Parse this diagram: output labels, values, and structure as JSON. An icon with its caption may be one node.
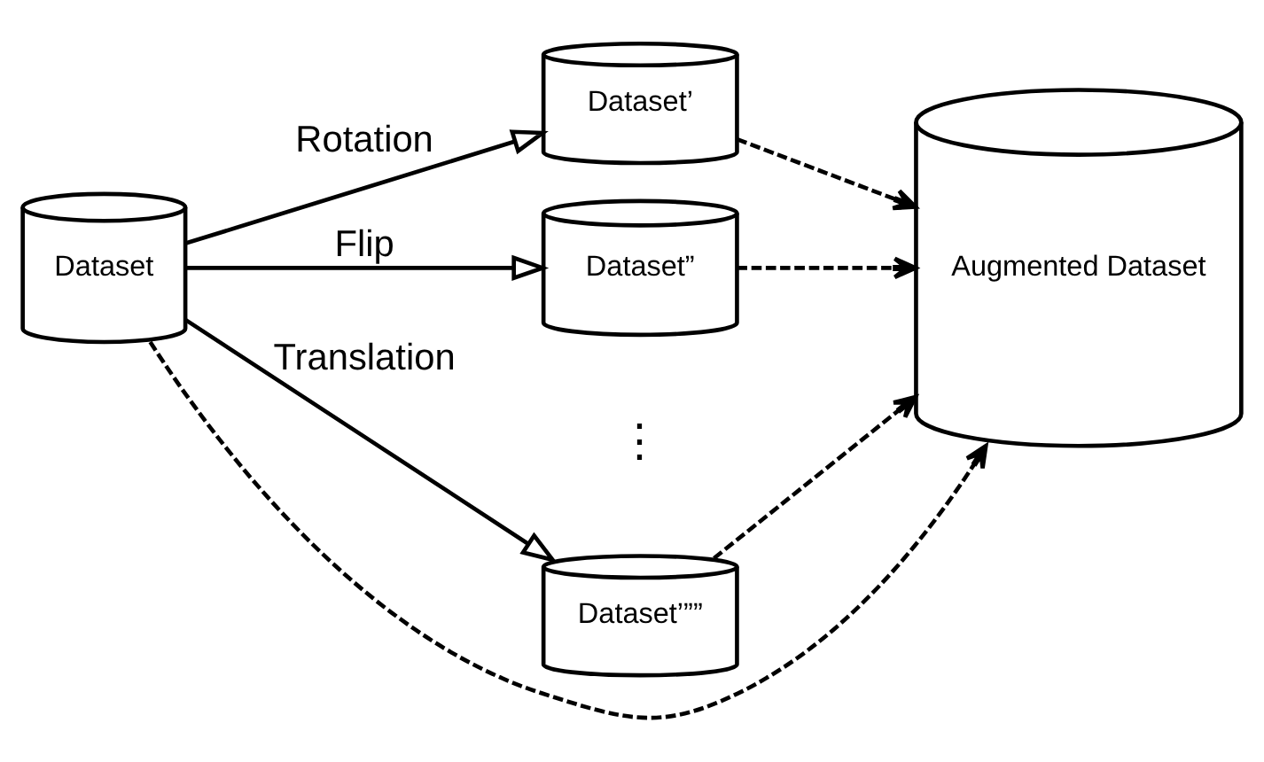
{
  "diagram": {
    "nodes": [
      {
        "text": [
          "Dataset"
        ]
      },
      {
        "text": [
          "Dataset’"
        ]
      },
      {
        "text": [
          "Dataset”"
        ]
      },
      {
        "text": [
          "Dataset’””"
        ]
      },
      {
        "text": [
          "Augmented Dataset"
        ]
      }
    ],
    "edges": [
      {
        "from": 0,
        "to": 4,
        "arrow": "to",
        "style": "dashed"
      },
      {
        "from": 0,
        "to": 1,
        "arrow": "to",
        "label": "Rotation"
      },
      {
        "from": 0,
        "to": 2,
        "arrow": "to",
        "label": "Flip"
      },
      {
        "from": 0,
        "to": 3,
        "arrow": "to",
        "label": "Translation"
      },
      {
        "from": 1,
        "to": 4,
        "arrow": "to",
        "style": "dashed"
      },
      {
        "from": 2,
        "to": 4,
        "arrow": "to",
        "style": "dashed"
      },
      {
        "from": 3,
        "to": 4,
        "arrow": "to",
        "style": "dashed"
      }
    ],
    "labels": [
      "⋮"
    ]
  }
}
